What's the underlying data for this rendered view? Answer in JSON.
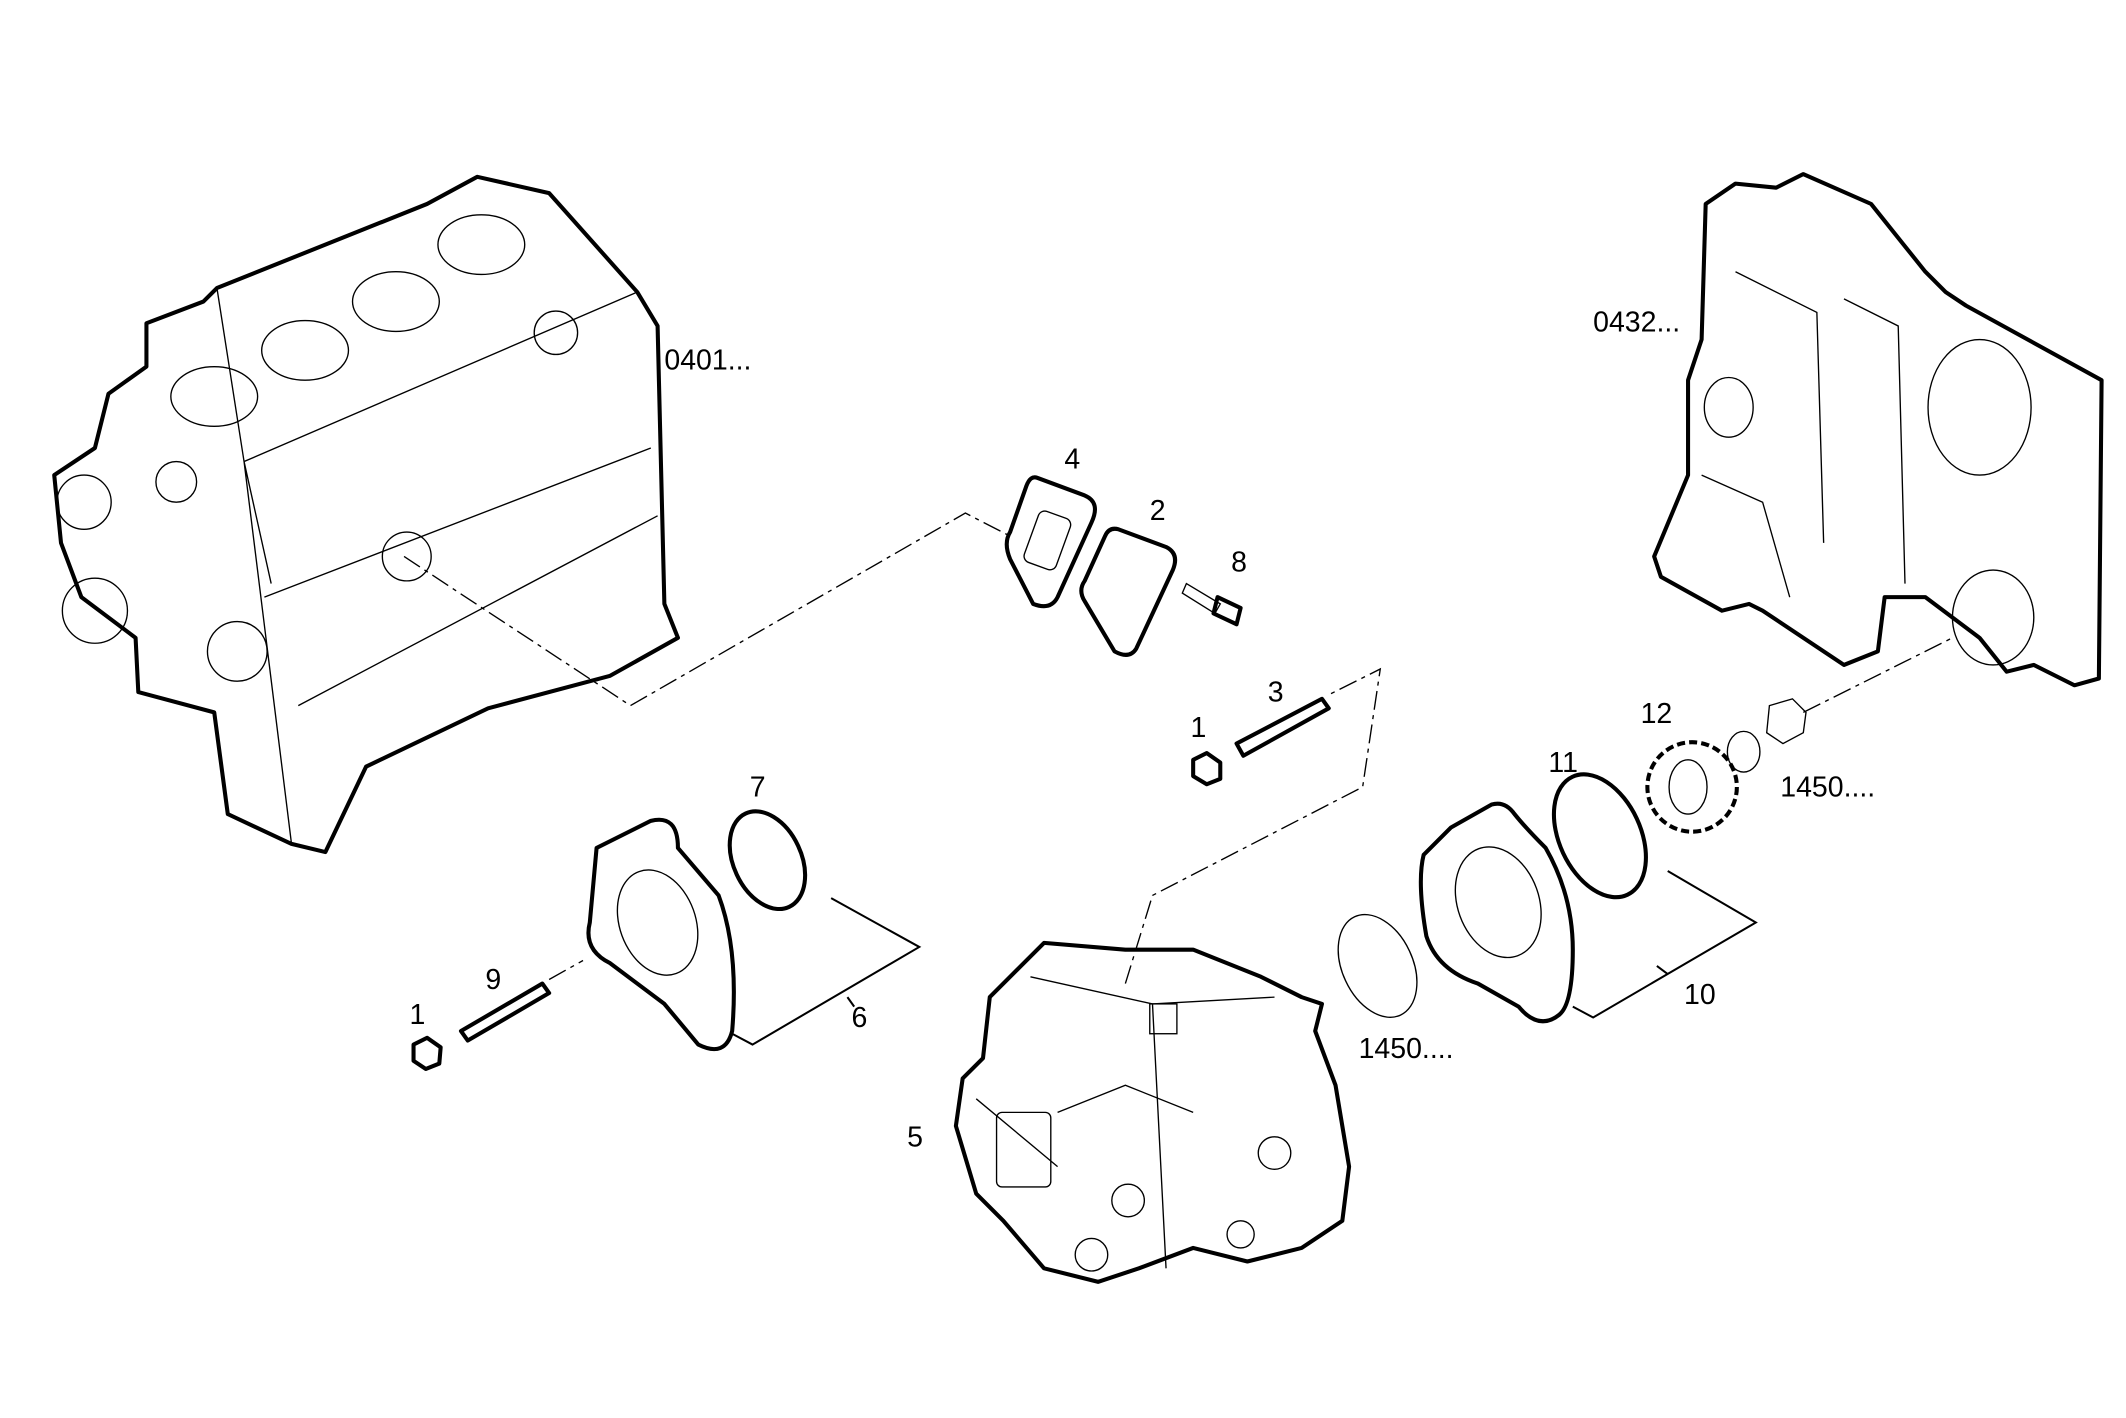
{
  "diagram": {
    "references": {
      "engine_block": "0401...",
      "timing_cover": "0432...",
      "seal_ref_right": "1450....",
      "seal_ref_center": "1450...."
    },
    "callouts": {
      "nut_upper": "1",
      "cover_plate": "2",
      "stud_upper": "3",
      "gasket_plate": "4",
      "injection_pump": "5",
      "flange_left_kit": "6",
      "o_ring_left": "7",
      "bolt": "8",
      "stud_lower": "9",
      "flange_right_kit": "10",
      "o_ring_right": "11",
      "gear": "12",
      "nut_lower": "1"
    }
  }
}
